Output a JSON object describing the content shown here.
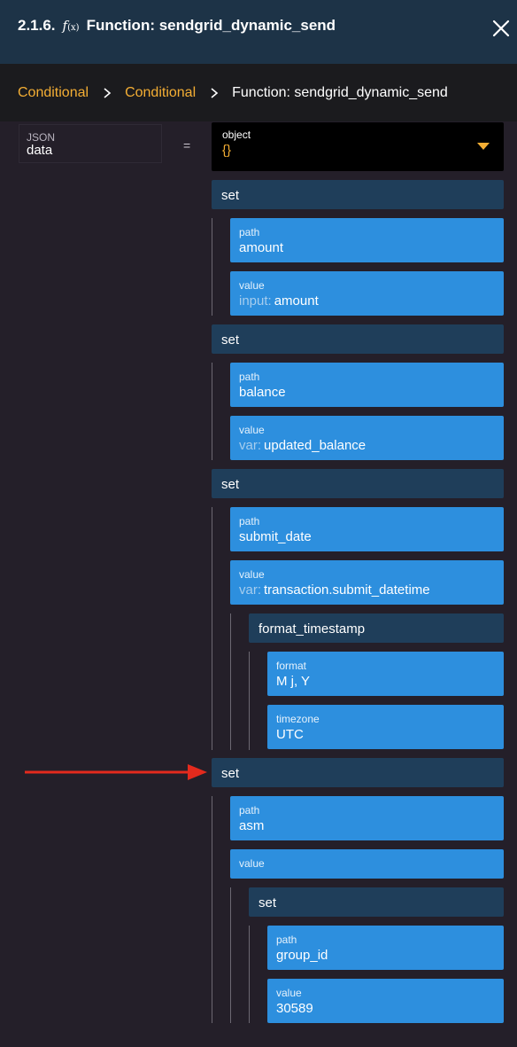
{
  "header": {
    "number": "2.1.6.",
    "fx_icon": "f",
    "fx_icon_sub": "(x)",
    "title": "Function: sendgrid_dynamic_send",
    "close_icon": "close-icon"
  },
  "breadcrumb": {
    "items": [
      "Conditional",
      "Conditional"
    ],
    "current": "Function: sendgrid_dynamic_send"
  },
  "param": {
    "type": "JSON",
    "name": "data",
    "operator": "="
  },
  "object_select": {
    "label": "object",
    "value": "{}"
  },
  "blocks": {
    "set1": {
      "label": "set",
      "path_label": "path",
      "path_value": "amount",
      "value_label": "value",
      "value_prefix": "input:",
      "value_value": "amount"
    },
    "set2": {
      "label": "set",
      "path_label": "path",
      "path_value": "balance",
      "value_label": "value",
      "value_prefix": "var:",
      "value_value": "updated_balance"
    },
    "set3": {
      "label": "set",
      "path_label": "path",
      "path_value": "submit_date",
      "value_label": "value",
      "value_prefix": "var:",
      "value_value": "transaction.submit_datetime",
      "filter": {
        "label": "format_timestamp",
        "format_label": "format",
        "format_value": "M j, Y",
        "timezone_label": "timezone",
        "timezone_value": "UTC"
      }
    },
    "set4": {
      "label": "set",
      "path_label": "path",
      "path_value": "asm",
      "value_label": "value",
      "nested": {
        "label": "set",
        "path_label": "path",
        "path_value": "group_id",
        "value_label": "value",
        "value_value": "30589"
      }
    }
  },
  "colors": {
    "accent": "#f4ae34",
    "header_bg": "#1d3347",
    "set_bar": "#1f3e5a",
    "field": "#2d8fde",
    "arrow": "#e42a1d",
    "page_bg": "#241f29"
  }
}
